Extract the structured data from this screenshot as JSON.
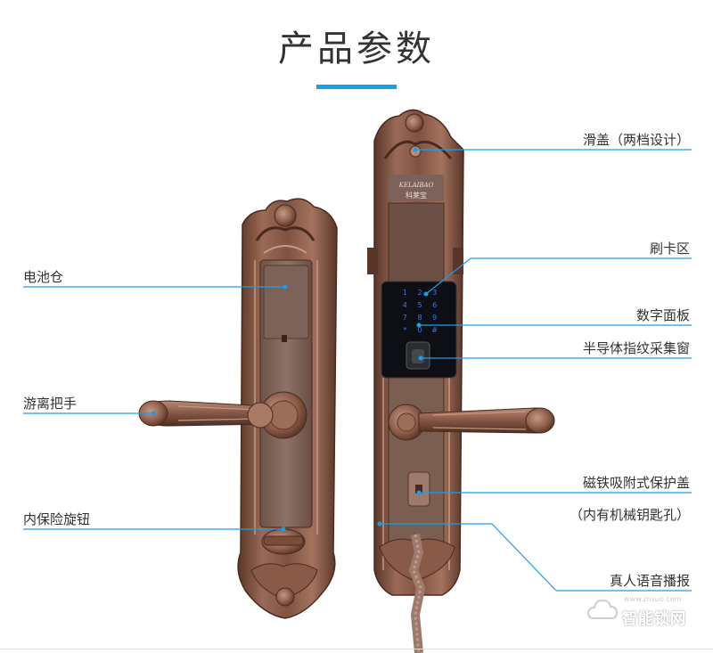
{
  "title": "产品参数",
  "colors": {
    "accent": "#1b9ee8",
    "bronze": "#8a5a48",
    "bronze_dark": "#5a3628",
    "panel": "#0d0f14",
    "key_blue": "#2f7cff"
  },
  "labels": {
    "battery": "电池仓",
    "handle": "游离把手",
    "knob": "内保险旋钮",
    "cover": "滑盖（两档设计）",
    "card": "刷卡区",
    "keypad": "数字面板",
    "fingerprint": "半导体指纹采集窗",
    "magnet": "磁铁吸附式保护盖",
    "magnet_sub": "（内有机械钥匙孔）",
    "voice": "真人语音播报"
  },
  "brand": {
    "line1": "KELAIBAO",
    "line2": "科莱宝"
  },
  "keypad_keys": [
    "1",
    "2",
    "3",
    "4",
    "5",
    "6",
    "7",
    "8",
    "9",
    "*",
    "0",
    "#"
  ],
  "watermark": {
    "text": "智能锁网",
    "url": "www.znsuo.com"
  }
}
